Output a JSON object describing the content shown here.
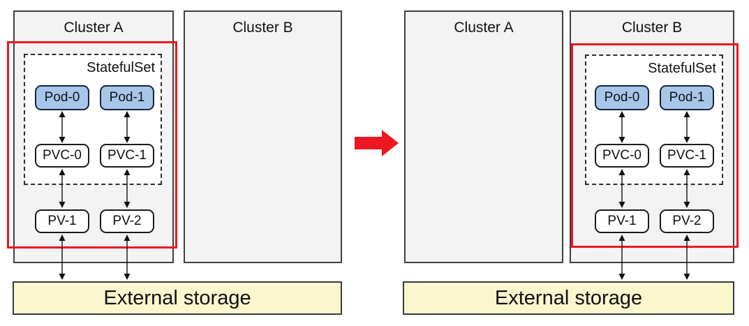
{
  "scenes": [
    {
      "id": "before-failover",
      "clusters": [
        {
          "title": "Cluster A",
          "highlighted": true,
          "has_workload": true
        },
        {
          "title": "Cluster B",
          "highlighted": false,
          "has_workload": false
        }
      ],
      "storage_label": "External storage"
    },
    {
      "id": "after-failover",
      "clusters": [
        {
          "title": "Cluster A",
          "highlighted": false,
          "has_workload": false
        },
        {
          "title": "Cluster B",
          "highlighted": true,
          "has_workload": true
        }
      ],
      "storage_label": "External storage"
    }
  ],
  "workload": {
    "statefulset_label": "StatefulSet",
    "pods": [
      "Pod-0",
      "Pod-1"
    ],
    "pvcs": [
      "PVC-0",
      "PVC-1"
    ],
    "pvs": [
      "PV-1",
      "PV-2"
    ]
  },
  "colors": {
    "highlight_red": "#EE1620",
    "pod_fill": "#A8C6EA",
    "cluster_fill": "#F3F3F3",
    "storage_fill": "#FAF6CE",
    "arrow_color": "#111111"
  }
}
